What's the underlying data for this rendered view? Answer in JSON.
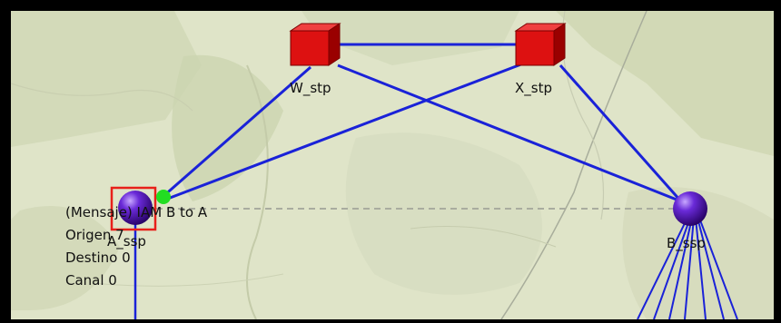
{
  "nodes": {
    "w_stp": "W_stp",
    "x_stp": "X_stp",
    "a_ssp": "A_ssp",
    "b_ssp": "B_ssp"
  },
  "message": {
    "title": "(Mensaje) IAM B to A",
    "origin": "Origen 7",
    "destination": "Destino 0",
    "channel": "Canal 0"
  },
  "colors": {
    "link": "#1a22d8",
    "stp": "#dd1111",
    "ssp": "#4a1ab0",
    "selection": "#e8201a",
    "signal": "#22dd22",
    "map_background": "#dfe4c8"
  },
  "icons": {
    "stp": "red-cube-icon",
    "ssp": "purple-sphere-icon"
  }
}
